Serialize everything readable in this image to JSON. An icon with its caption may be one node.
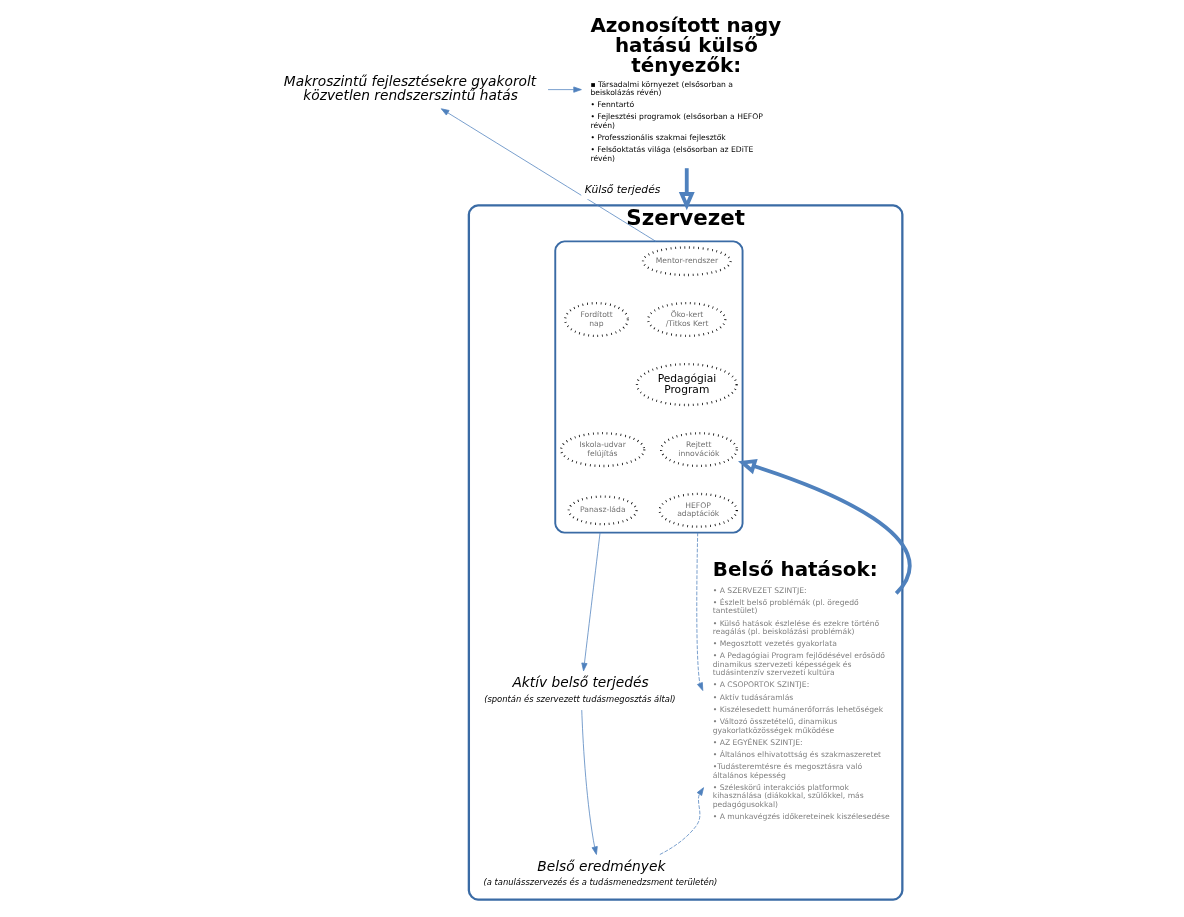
{
  "diagram": {
    "nodes": [
      {
        "text": [
          "Szervezet"
        ]
      },
      {
        "text": [],
        "shape": "ellipse",
        "in": 0
      },
      {
        "text": [
          "Mentor-rendszer"
        ],
        "in": 1
      },
      {
        "text": [
          "Fordított nap"
        ],
        "in": 1
      },
      {
        "text": [
          "Öko-kert /Titkos Kert"
        ],
        "in": 1
      },
      {
        "text": [
          "Pedagógiai Program"
        ],
        "in": 1
      },
      {
        "text": [
          "Iskola-udvar felújítás"
        ],
        "in": 1
      },
      {
        "text": [
          "Rejtett innovációk"
        ],
        "in": 1
      },
      {
        "text": [
          "Panasz-láda"
        ],
        "in": 1
      },
      {
        "text": [
          "HEFOP adaptációk"
        ],
        "in": 1
      },
      {
        "text": [
          "Belső hatások:",
          "• A SZERVEZET SZINTJE:",
          "• Észlelt belső problémák (pl. öregedő tantestület)",
          "• Külső hatások észlelése és ezekre történő reagálás (pl. beiskolázási problémák)",
          "• Megosztott vezetés gyakorlata",
          "• A Pedagógiai Program fejlődésével erősödő dinamikus szervezeti képességek és tudásintenzív szervezeti kultúra",
          "• A CSOPORTOK SZINTJE:",
          "• Aktív tudásáramlás",
          "• Kiszélesedett humánerőforrás lehetőségek",
          "• Változó összetételű, dinamikus gyakorlatközösségek működése",
          "• AZ EGYÉNEK SZINTJE:",
          "• Általános elhivatottság és szakmaszeretet",
          "•Tudásteremtésre és megosztásra való általános képesség",
          "• Széleskörű interakciós platformok kihasználása (diákokkal, szülőkkel, más pedagógusokkal)",
          "• A munkavégzés időkereteinek kiszélesedése"
        ],
        "in": 0
      },
      {
        "text": [
          "Azonosított nagy hatású külső tényezők:",
          "▪ Társadalmi környezet (elsősorban a beiskolázás révén)",
          "• Fenntartó",
          "• Fejlesztési programok (elsősorban a HEFOP révén)",
          "• Professzionális szakmai fejlesztők",
          "• Felsőoktatás világa (elsősorban az EDiTE révén)"
        ]
      },
      {
        "text": [
          "Makroszintű fejlesztésekre gyakorolt közvetlen rendszerszintű hatás"
        ]
      },
      {
        "text": [
          "Aktív belső terjedés",
          "(spontán és szervezett tudásmegosztás által)"
        ],
        "in": 0
      },
      {
        "text": [
          "Belső eredmények",
          "(a tanulásszervezés és a tudásmenedzsment területén)"
        ],
        "in": 0
      }
    ],
    "edges": [
      {
        "from": 11,
        "to": 0,
        "arrow": "to",
        "style": "thick"
      },
      {
        "from": 1,
        "to": 12,
        "arrow": "to",
        "label": "Külső terjedés"
      },
      {
        "from": 12,
        "to": 11,
        "arrow": "to"
      },
      {
        "from": 1,
        "to": 10,
        "arrow": "to",
        "style": "dashed"
      },
      {
        "from": 1,
        "to": 13,
        "arrow": "to"
      },
      {
        "from": 13,
        "to": 14,
        "arrow": "to"
      },
      {
        "from": 10,
        "to": 1,
        "arrow": "to",
        "style": "thick"
      },
      {
        "from": 14,
        "to": 10,
        "arrow": "to",
        "style": "dashed"
      }
    ]
  }
}
